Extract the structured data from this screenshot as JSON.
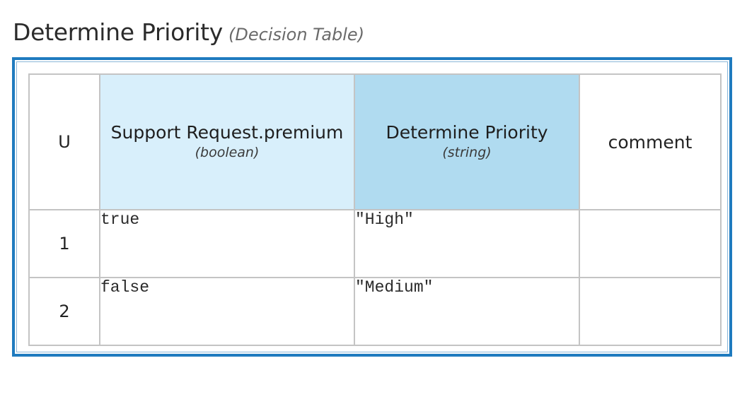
{
  "decision": {
    "name": "Determine Priority",
    "kind": "(Decision Table)"
  },
  "table": {
    "hit_policy": "U",
    "input": {
      "label": "Support Request.premium",
      "type": "(boolean)"
    },
    "output": {
      "label": "Determine Priority",
      "type": "(string)"
    },
    "annotation": {
      "label": "comment"
    },
    "rows": [
      {
        "number": "1",
        "input": "true",
        "output": "\"High\"",
        "annotation": ""
      },
      {
        "number": "2",
        "input": "false",
        "output": "\"Medium\"",
        "annotation": ""
      }
    ]
  },
  "colors": {
    "frame_border": "#1f7bbf",
    "input_header_bg": "#d8effb",
    "output_header_bg": "#b0dbf0",
    "grid_line": "#c4c4c4"
  }
}
